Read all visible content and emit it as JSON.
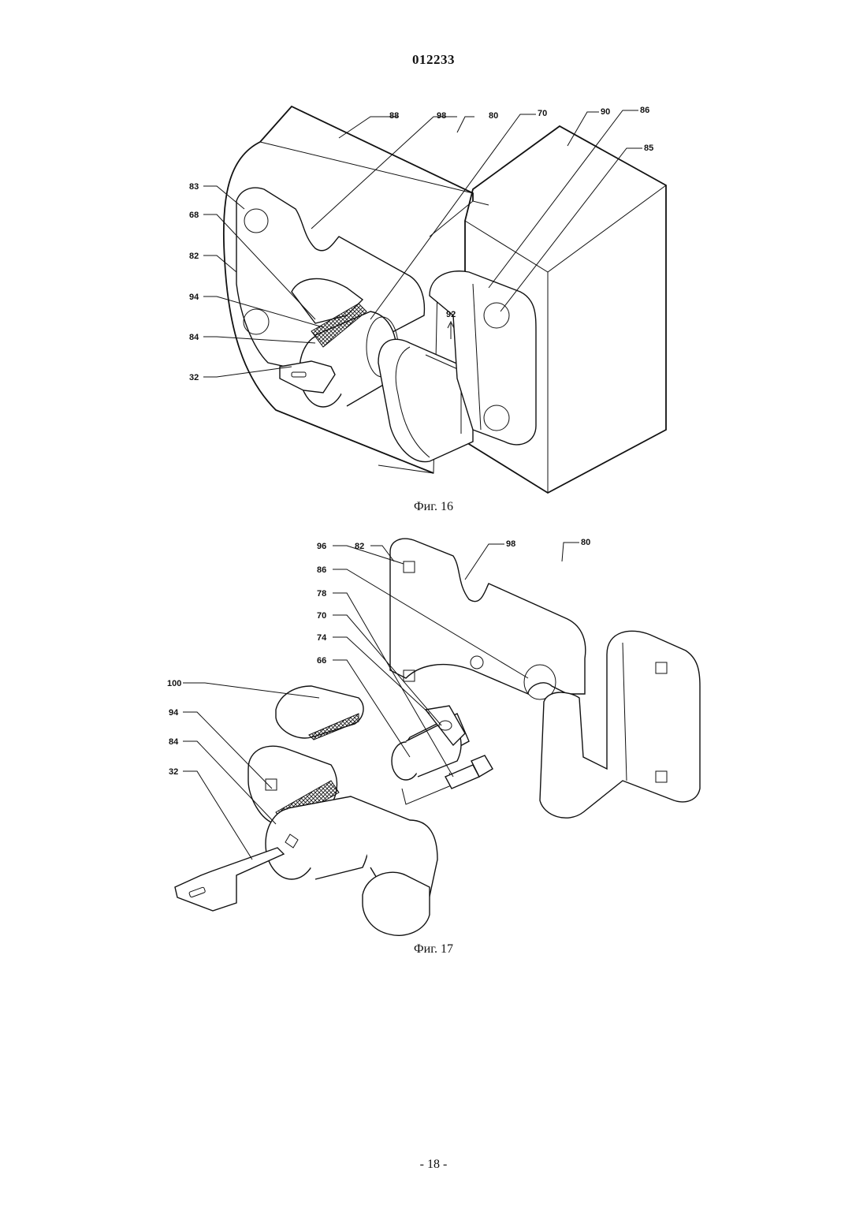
{
  "document": {
    "patent_number": "012233",
    "page_number": "- 18 -"
  },
  "figures": [
    {
      "caption": "Фиг. 16",
      "labels": [
        "88",
        "98",
        "80",
        "70",
        "90",
        "86",
        "85",
        "83",
        "68",
        "82",
        "94",
        "84",
        "32",
        "92"
      ]
    },
    {
      "caption": "Фиг. 17",
      "labels": [
        "96",
        "82",
        "98",
        "80",
        "86",
        "78",
        "70",
        "74",
        "66",
        "100",
        "94",
        "84",
        "32"
      ]
    }
  ]
}
